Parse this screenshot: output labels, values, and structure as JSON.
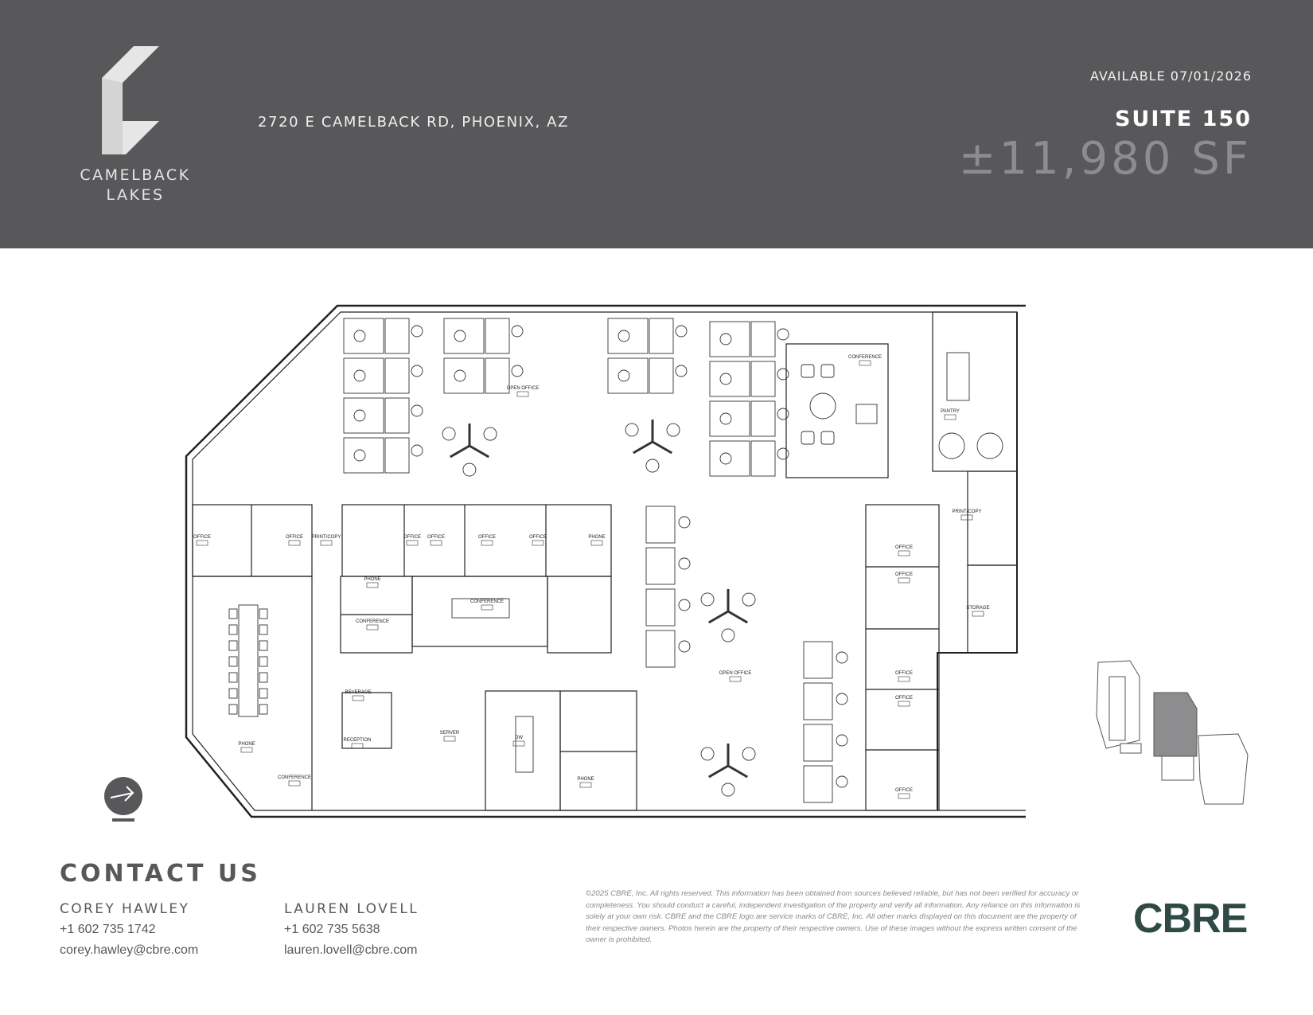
{
  "header": {
    "logo_lines": [
      "CAMELBACK",
      "LAKES"
    ],
    "address": "2720 E CAMELBACK RD, PHOENIX, AZ",
    "available": "AVAILABLE 07/01/2026",
    "suite": "SUITE 150",
    "area": "±11,980 SF",
    "background_color": "#58585a"
  },
  "floor_plan": {
    "room_labels": [
      "OPEN OFFICE",
      "CONFERENCE",
      "PANTRY",
      "PRINT/COPY",
      "OFFICE",
      "OFFICE",
      "STORAGE",
      "OFFICE",
      "OFFICE",
      "OFFICE",
      "OPEN OFFICE",
      "OFFICE",
      "OFFICE",
      "PRINT/COPY",
      "OFFICE",
      "OFFICE",
      "OFFICE",
      "OFFICE",
      "PHONE",
      "PHONE",
      "CONFERENCE",
      "CONFERENCE",
      "PHONE",
      "BEVERAGE",
      "RECEPTION",
      "SERVER",
      "PHONE",
      "CONFERENCE",
      "DW"
    ],
    "north_arrow": "north-arrow-icon",
    "key_plan": "key-plan"
  },
  "contact": {
    "title": "CONTACT US",
    "people": [
      {
        "name": "COREY HAWLEY",
        "phone": "+1 602 735 1742",
        "email": "corey.hawley@cbre.com"
      },
      {
        "name": "LAUREN LOVELL",
        "phone": "+1 602 735 5638",
        "email": "lauren.lovell@cbre.com"
      }
    ]
  },
  "disclaimer": "©2025 CBRE, Inc. All rights reserved. This information has been obtained from sources believed reliable, but has not been verified for accuracy or completeness. You should conduct a careful, independent investigation of the property and verify all information. Any reliance on this information is solely at your own risk. CBRE and the CBRE logo are service marks of CBRE, Inc. All other marks displayed on this document are the property of their respective owners. Photos herein are the property of their respective owners. Use of these images without the express written consent of the owner is prohibited.",
  "brand": {
    "logo": "CBRE",
    "color": "#2f4a45"
  }
}
